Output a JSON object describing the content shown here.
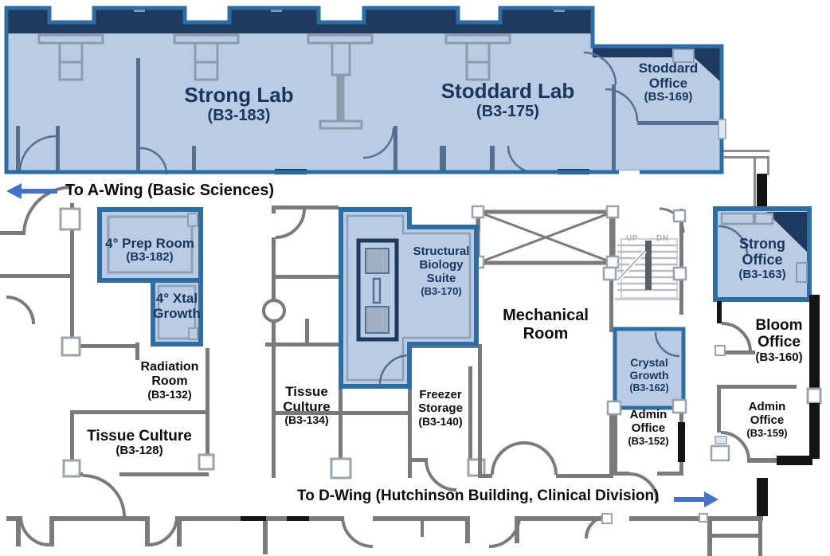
{
  "rooms": {
    "strong_lab": {
      "name": "Strong Lab",
      "number": "(B3-183)"
    },
    "stoddard_lab": {
      "name": "Stoddard Lab",
      "number": "(B3-175)"
    },
    "stoddard_office": {
      "name": "Stoddard Office",
      "number": "(BS-169)"
    },
    "prep_room": {
      "name": "4° Prep Room",
      "number": "(B3-182)"
    },
    "xtal_growth": {
      "name": "4° Xtal Growth",
      "number": ""
    },
    "radiation_room": {
      "name": "Radiation Room",
      "number": "(B3-132)"
    },
    "tissue_culture_128": {
      "name": "Tissue Culture",
      "number": "(B3-128)"
    },
    "tissue_culture_134": {
      "name": "Tissue Culture",
      "number": "(B3-134)"
    },
    "structural_biology": {
      "name": "Structural Biology Suite",
      "number": "(B3-170)"
    },
    "freezer_storage": {
      "name": "Freezer Storage",
      "number": "(B3-140)"
    },
    "mechanical_room": {
      "name": "Mechanical Room",
      "number": ""
    },
    "crystal_growth": {
      "name": "Crystal Growth",
      "number": "(B3-162)"
    },
    "admin_office_152": {
      "name": "Admin Office",
      "number": "(B3-152)"
    },
    "strong_office": {
      "name": "Strong Office",
      "number": "(B3-163)"
    },
    "bloom_office": {
      "name": "Bloom Office",
      "number": "(B3-160)"
    },
    "admin_office_159": {
      "name": "Admin Office",
      "number": "(B3-159)"
    }
  },
  "annotations": {
    "to_a_wing": "To A-Wing (Basic Sciences)",
    "to_d_wing": "To D-Wing (Hutchinson Building, Clinical Division)"
  },
  "stairs": {
    "up_label": "UP",
    "dn_label": "DN"
  },
  "colors": {
    "highlight_fill": "#b9cce4",
    "highlight_border": "#2e6da4",
    "dark_navy_wall": "#1e3a5e",
    "interior_wall": "#54708e",
    "gray_wall": "#7a7a7a",
    "black_wall": "#141414",
    "label_navy": "#17365d",
    "label_black": "#0d0d0d",
    "arrow_blue": "#4472c4"
  }
}
